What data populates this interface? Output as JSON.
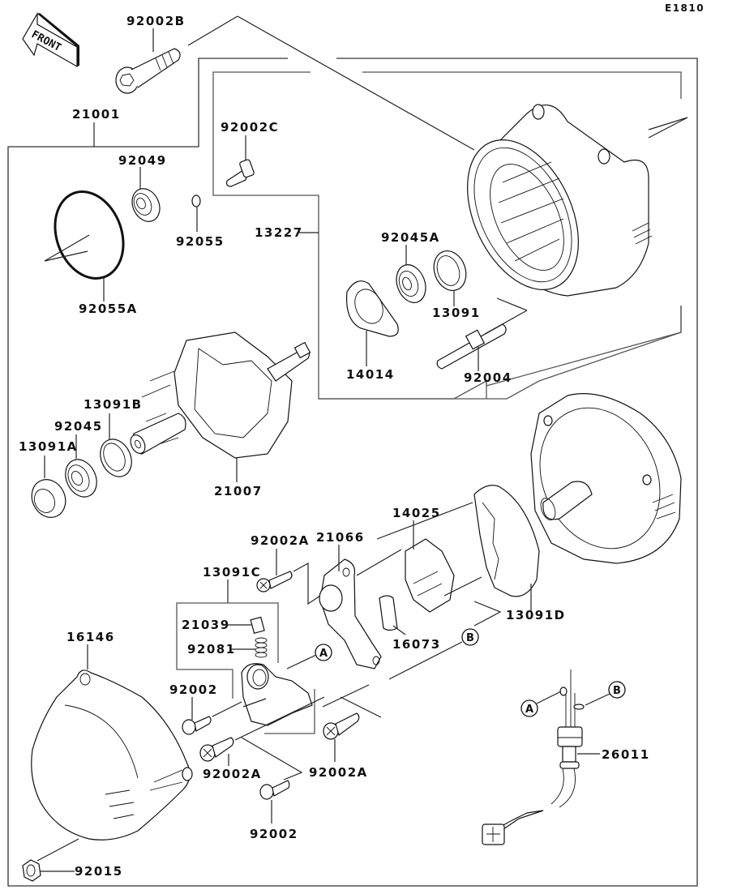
{
  "diagram_code": "E1810",
  "front_indicator": "FRONT",
  "parts": {
    "p92002B": "92002B",
    "p21001": "21001",
    "p92002C": "92002C",
    "p92049": "92049",
    "p92055": "92055",
    "p92055A": "92055A",
    "p13227": "13227",
    "p92045A": "92045A",
    "p13091": "13091",
    "p14014": "14014",
    "p92004": "92004",
    "p13091B": "13091B",
    "p92045": "92045",
    "p13091A": "13091A",
    "p21007": "21007",
    "p14025": "14025",
    "p92002A_top": "92002A",
    "p21066": "21066",
    "p13091C": "13091C",
    "p21039": "21039",
    "p92081": "92081",
    "p16073": "16073",
    "p13091D": "13091D",
    "p16146": "16146",
    "p92002_left": "92002",
    "p92002A_left": "92002A",
    "p92002A_right": "92002A",
    "p92002_bottom": "92002",
    "p92015": "92015",
    "p26011": "26011"
  },
  "callouts": {
    "A": "A",
    "B": "B"
  }
}
